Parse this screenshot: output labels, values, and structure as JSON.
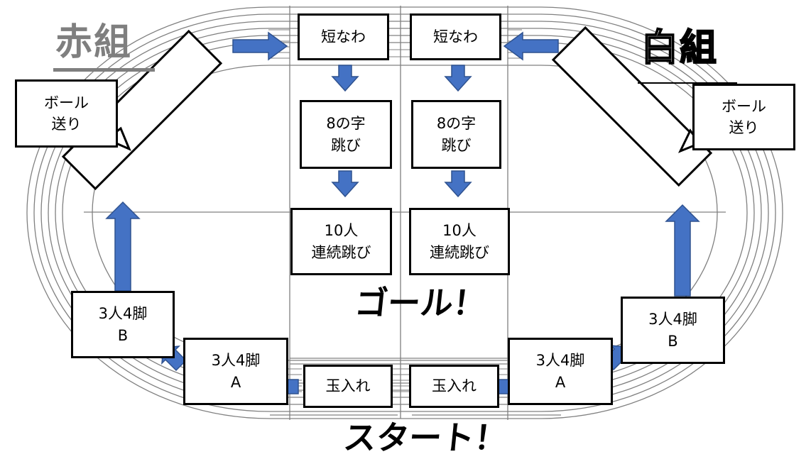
{
  "teams": {
    "red": "赤組",
    "white": "白組"
  },
  "stations": {
    "red_jump_rope": "短なわ",
    "white_jump_rope": "短なわ",
    "red_fig8_l1": "8の字",
    "red_fig8_l2": "跳び",
    "white_fig8_l1": "8の字",
    "white_fig8_l2": "跳び",
    "red_ten_l1": "10人",
    "red_ten_l2": "連続跳び",
    "white_ten_l1": "10人",
    "white_ten_l2": "連続跳び",
    "red_ball_l1": "ボール",
    "red_ball_l2": "送り",
    "white_ball_l1": "ボール",
    "white_ball_l2": "送り",
    "red_3l4_b_l1": "3人4脚",
    "red_3l4_b_l2": "B",
    "red_3l4_a_l1": "3人4脚",
    "red_3l4_a_l2": "A",
    "white_3l4_a_l1": "3人4脚",
    "white_3l4_a_l2": "A",
    "white_3l4_b_l1": "3人4脚",
    "white_3l4_b_l2": "B",
    "red_ball_toss": "玉入れ",
    "white_ball_toss": "玉入れ"
  },
  "goal": "ゴール！",
  "start": "スタート！",
  "colors": {
    "arrow": "#4472c4",
    "arrow_edge": "#2f528f",
    "track": "#808080",
    "text": "#000000",
    "red_team": "#7f7f7f"
  }
}
